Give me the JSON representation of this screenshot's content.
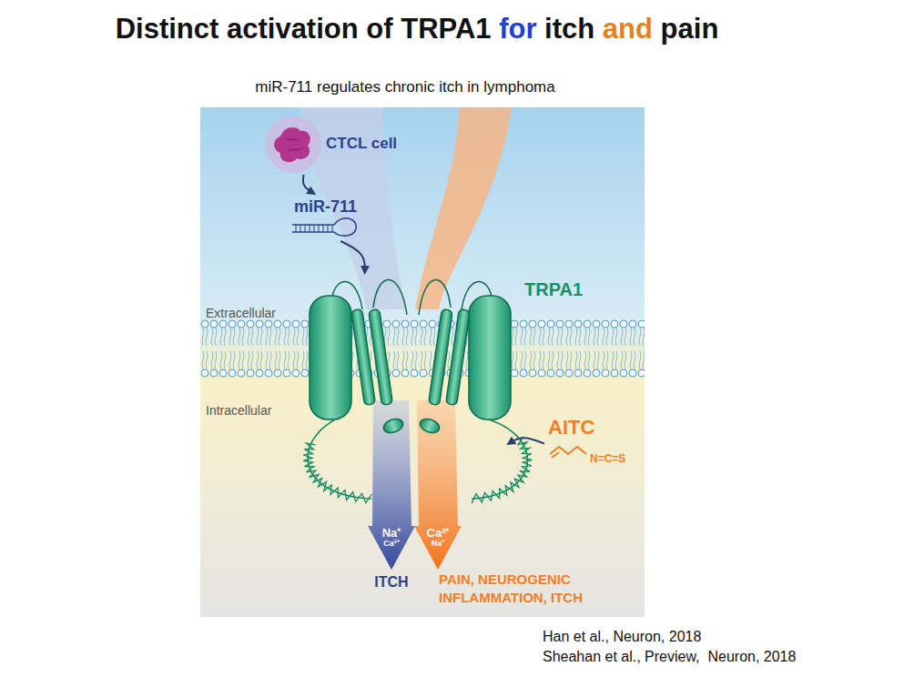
{
  "diagram": {
    "title": "Distinct activation of TRPA1 for itch and pain",
    "nodes": [
      {
        "text": [
          "CTCL cell"
        ]
      },
      {
        "text": [
          "miR-711"
        ]
      },
      {
        "text": [
          "TRPA1"
        ]
      },
      {
        "text": [
          "AITC",
          "N=C=S"
        ]
      }
    ],
    "edges": [
      {
        "from": 0,
        "to": 1,
        "arrow": "to"
      },
      {
        "from": 1,
        "to": 2,
        "arrow": "to"
      },
      {
        "from": 3,
        "to": 2,
        "arrow": "to"
      }
    ],
    "labels": [
      "miR-711 regulates chronic itch in lymphoma",
      "Extracellular",
      "Intracellular",
      "Na⁺",
      "Ca²⁺",
      "Ca²⁺",
      "Na⁺",
      "ITCH",
      "PAIN, NEUROGENIC INFLAMMATION, ITCH",
      "Han et al., Neuron, 2018",
      "Sheahan et al., Preview,  Neuron, 2018"
    ]
  }
}
